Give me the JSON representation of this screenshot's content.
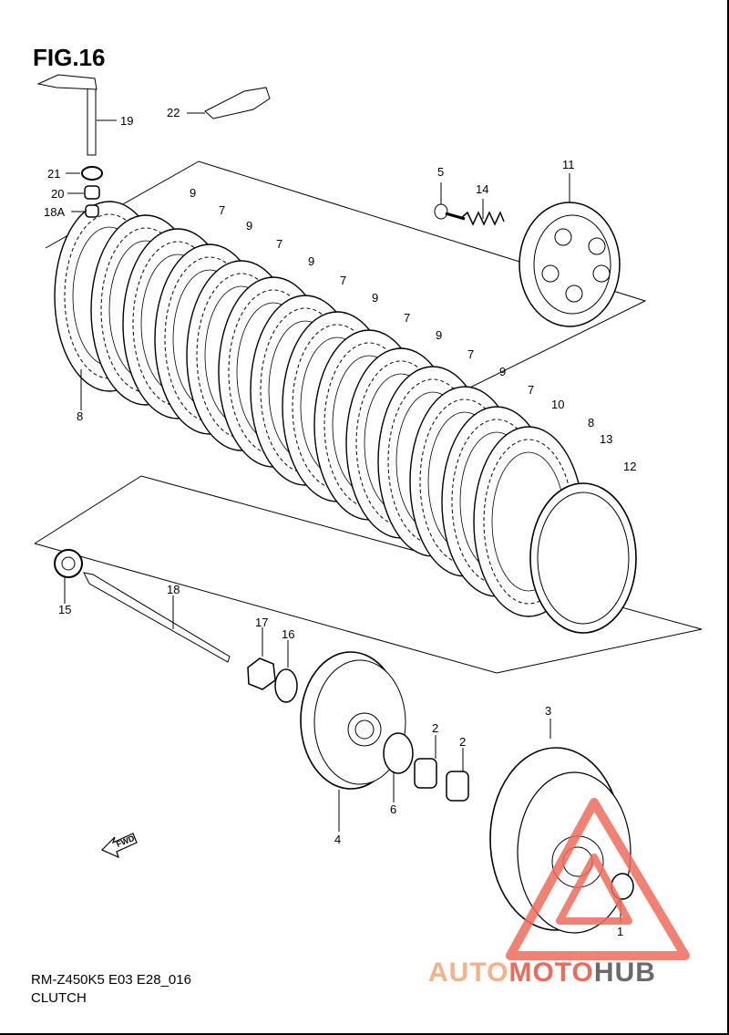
{
  "figure": {
    "title": "FIG.16"
  },
  "footer": {
    "model_code": "RM-Z450K5 E03 E28_016",
    "section": "CLUTCH"
  },
  "fwd_label": "FWD",
  "watermark": {
    "part1": "AUTO",
    "part2": "MOTO",
    "part3": "HUB"
  },
  "callouts": [
    "19",
    "22",
    "21",
    "20",
    "18A",
    "5",
    "14",
    "11",
    "9",
    "7",
    "9",
    "7",
    "9",
    "7",
    "9",
    "7",
    "9",
    "7",
    "9",
    "7",
    "10",
    "8",
    "13",
    "12",
    "8",
    "15",
    "18",
    "17",
    "16",
    "3",
    "2",
    "2",
    "6",
    "4",
    "1"
  ],
  "colors": {
    "line": "#000000",
    "wm_light": "#f5b28a",
    "wm_red": "#ee6b5a",
    "wm_gray": "#6b6b6b"
  }
}
